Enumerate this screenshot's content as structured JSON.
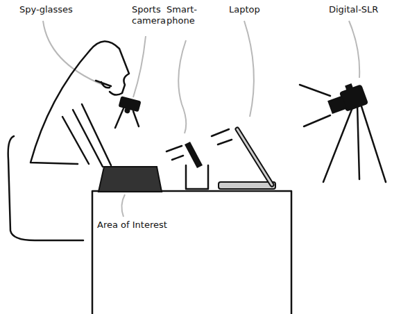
{
  "diagram": {
    "labels": [
      "Spy-glasses",
      "Sports camera",
      "Smart-phone",
      "Laptop",
      "Digital-SLR",
      "Area of Interest"
    ]
  }
}
